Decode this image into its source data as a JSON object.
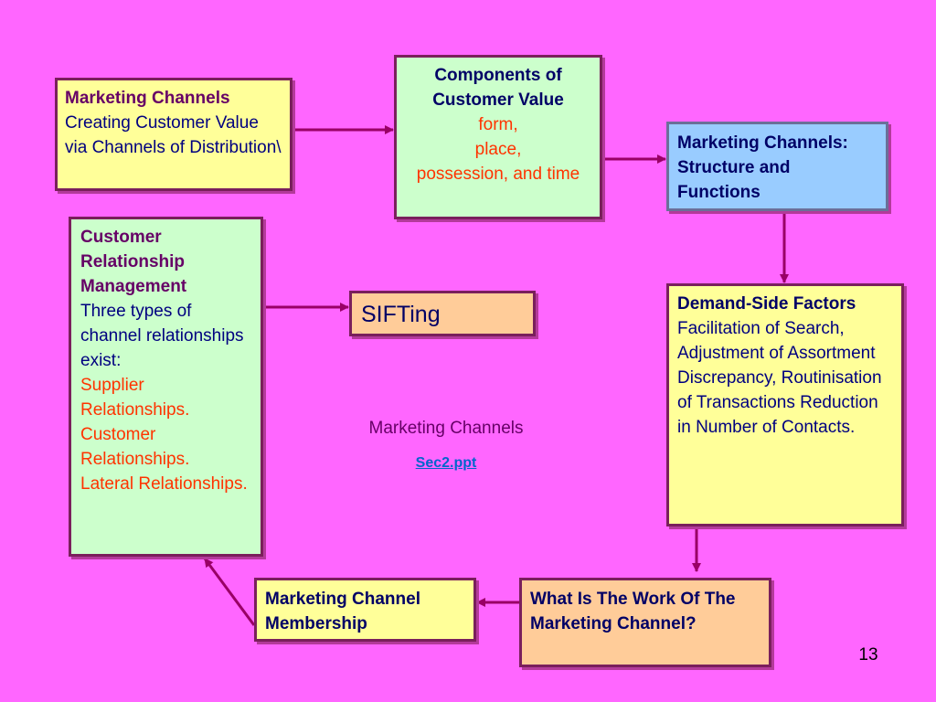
{
  "boxes": {
    "marketing_channels": {
      "title": "Marketing Channels",
      "body": "Creating Customer Value via Channels of Distribution\\"
    },
    "components": {
      "title": "Components of Customer Value",
      "items": [
        "form,",
        "place,",
        "possession, and time"
      ]
    },
    "structure": {
      "title": "Marketing Channels: Structure and Functions"
    },
    "crm": {
      "title": "Customer Relationship Management",
      "intro": "Three types of channel relationships exist:",
      "items": [
        "Supplier Relationships.",
        "Customer Relationships.",
        "Lateral Relationships."
      ]
    },
    "sifting": {
      "label": "SIFTing"
    },
    "demand": {
      "title": "Demand-Side Factors",
      "body": "Facilitation of Search, Adjustment of Assortment Discrepancy, Routinisation of Transactions Reduction in Number of Contacts."
    },
    "work": {
      "title": "What Is The Work Of The Marketing Channel?"
    },
    "membership": {
      "title": "Marketing Channel Membership"
    }
  },
  "center": {
    "title": "Marketing Channels",
    "link": "Sec2.ppt"
  },
  "page_number": "13",
  "colors": {
    "background": "#ff66ff",
    "arrow": "#990066",
    "yellow": "#ffff99",
    "green": "#ccffcc",
    "blue": "#99ccff",
    "peach": "#ffcc99"
  }
}
